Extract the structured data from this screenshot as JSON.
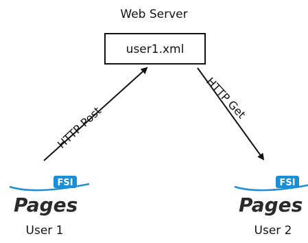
{
  "title": "Web Server",
  "server": {
    "file": "user1.xml"
  },
  "edges": [
    {
      "label": "HTTP Post"
    },
    {
      "label": "HTTP Get"
    }
  ],
  "users": [
    {
      "label": "User 1",
      "logo": {
        "badge": "FSI",
        "word": "Pages"
      }
    },
    {
      "label": "User 2",
      "logo": {
        "badge": "FSI",
        "word": "Pages"
      }
    }
  ],
  "colors": {
    "badge": "#1a8fd6",
    "swoosh": "#1a8fd6",
    "text": "#111111",
    "logo_word": "#2a2a2a"
  }
}
